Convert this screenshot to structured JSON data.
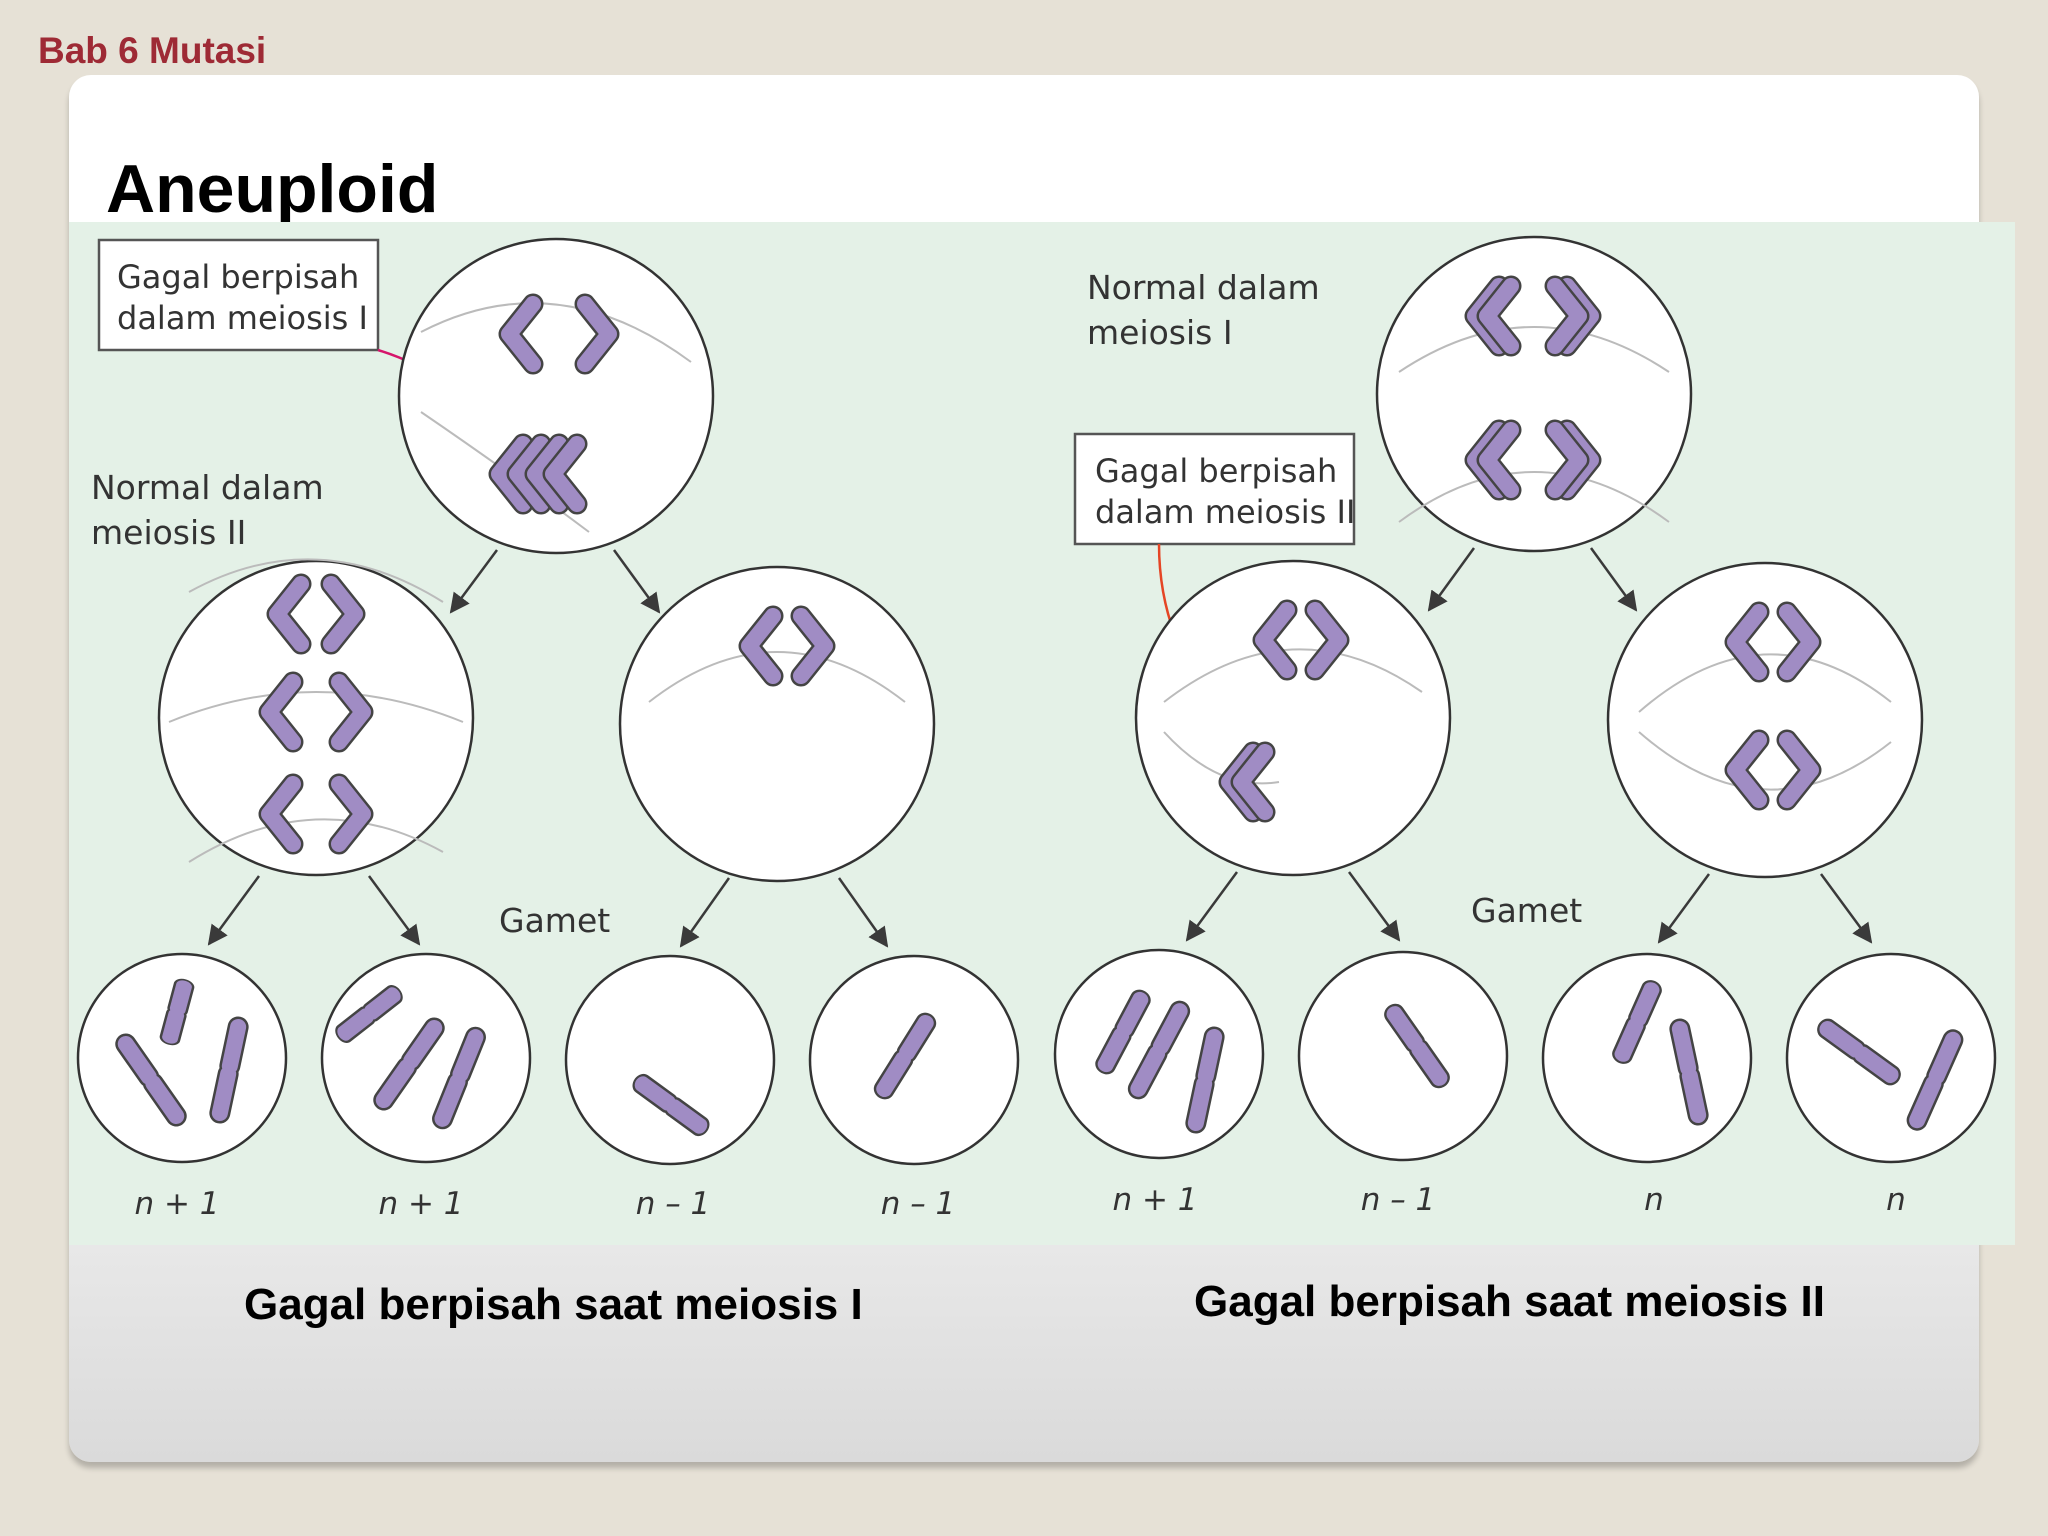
{
  "header": {
    "chapter": "Bab 6 Mutasi"
  },
  "slide": {
    "title": "Aneuploid",
    "captions": {
      "left": "Gagal berpisah saat meiosis I",
      "right": "Gagal berpisah saat meiosis II"
    }
  },
  "diagram": {
    "colors": {
      "background": "#e4f1e7",
      "chromosome": "#a08cc4",
      "chromosome_outline": "#444444",
      "arrow_left": "#d6156b",
      "arrow_right": "#e54525"
    },
    "left": {
      "callout_line1": "Gagal berpisah",
      "callout_line2": "dalam meiosis I",
      "normal_line1": "Normal dalam",
      "normal_line2": "meiosis II",
      "gamet": "Gamet",
      "gamete_labels": [
        "n + 1",
        "n + 1",
        "n – 1",
        "n – 1"
      ]
    },
    "right": {
      "normal_line1": "Normal dalam",
      "normal_line2": "meiosis I",
      "callout_line1": "Gagal berpisah",
      "callout_line2": "dalam meiosis II",
      "gamet": "Gamet",
      "gamete_labels": [
        "n + 1",
        "n – 1",
        "n",
        "n"
      ]
    }
  }
}
